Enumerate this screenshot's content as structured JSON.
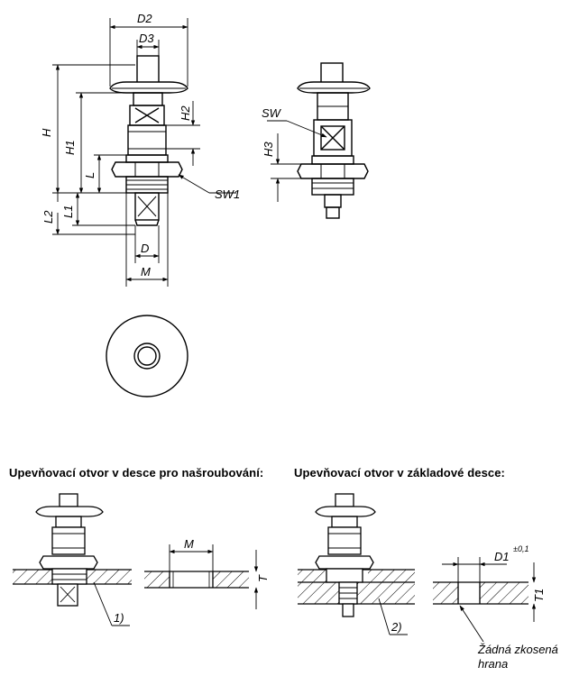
{
  "headings": {
    "screw_in": "Upevňovací otvor v desce pro našroubování:",
    "base_plate": "Upevňovací otvor v základové desce:"
  },
  "dims": {
    "D2": "D2",
    "D3": "D3",
    "H": "H",
    "H1": "H1",
    "H2": "H2",
    "L": "L",
    "L1": "L1",
    "L2": "L2",
    "D": "D",
    "M": "M",
    "SW": "SW",
    "SW1": "SW1",
    "H3": "H3",
    "M_hole": "M",
    "T": "T",
    "D1": "D1",
    "D1_tol": "±0,1",
    "T1": "T1"
  },
  "notes": {
    "one": "1)",
    "two": "2)",
    "no_chamfer_line1": "Žádná zkosená",
    "no_chamfer_line2": "hrana"
  }
}
